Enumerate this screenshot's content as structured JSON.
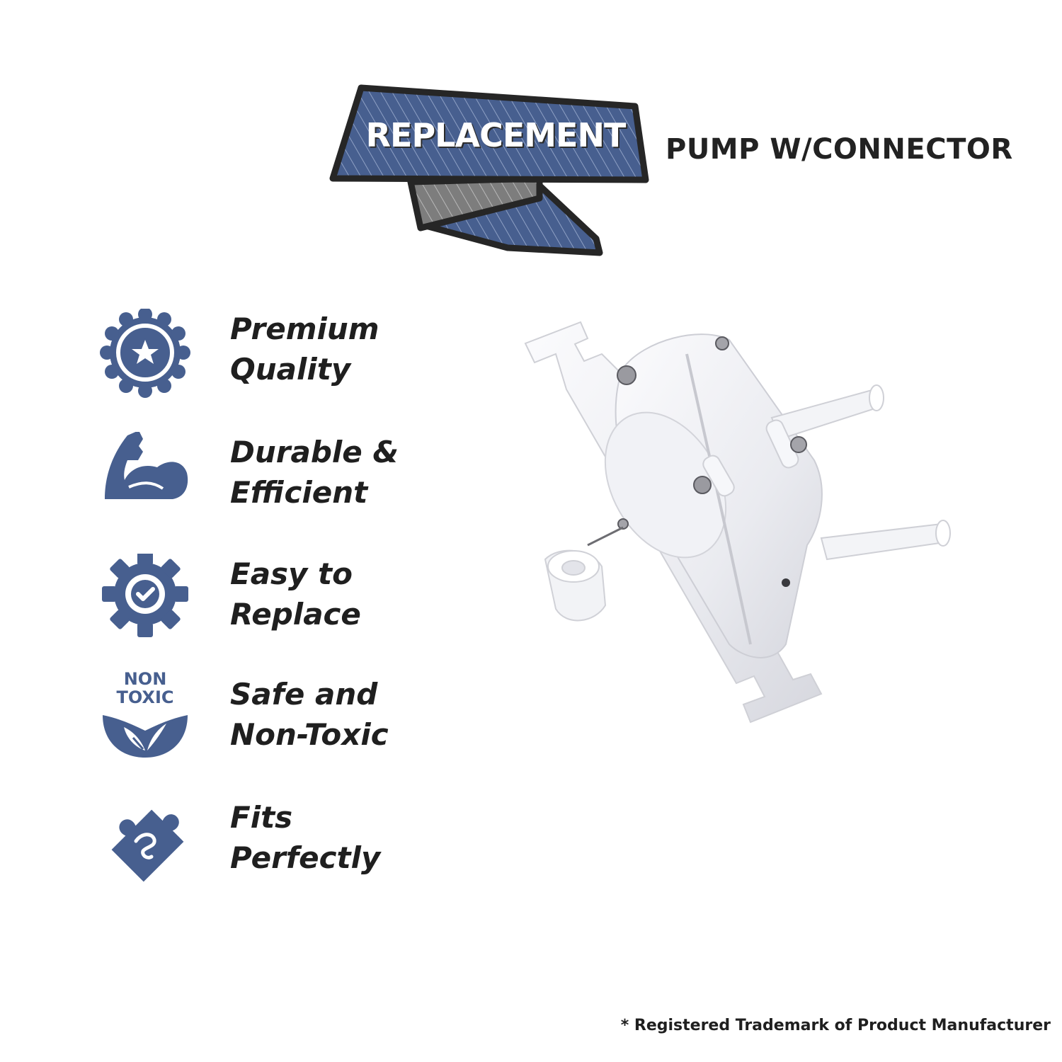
{
  "banner": {
    "label": "REPLACEMENT",
    "subtitle": "PUMP W/CONNECTOR"
  },
  "colors": {
    "accent": "#475f8f",
    "outline": "#262626",
    "text": "#1f1f1f"
  },
  "features": [
    {
      "line1": "Premium",
      "line2": "Quality",
      "icon": "badge-star-icon"
    },
    {
      "line1": "Durable &",
      "line2": "Efficient",
      "icon": "flexed-arm-icon"
    },
    {
      "line1": "Easy to",
      "line2": "Replace",
      "icon": "gear-check-icon"
    },
    {
      "line1": "Safe and",
      "line2": "Non-Toxic",
      "icon": "non-toxic-leaf-icon",
      "icon_text_top": "NON",
      "icon_text_bottom": "TOXIC"
    },
    {
      "line1": "Fits",
      "line2": "Perfectly",
      "icon": "puzzle-icon"
    }
  ],
  "product_image": {
    "subject": "white plastic pump with connector"
  },
  "footnote": "* Registered Trademark of Product Manufacturer"
}
